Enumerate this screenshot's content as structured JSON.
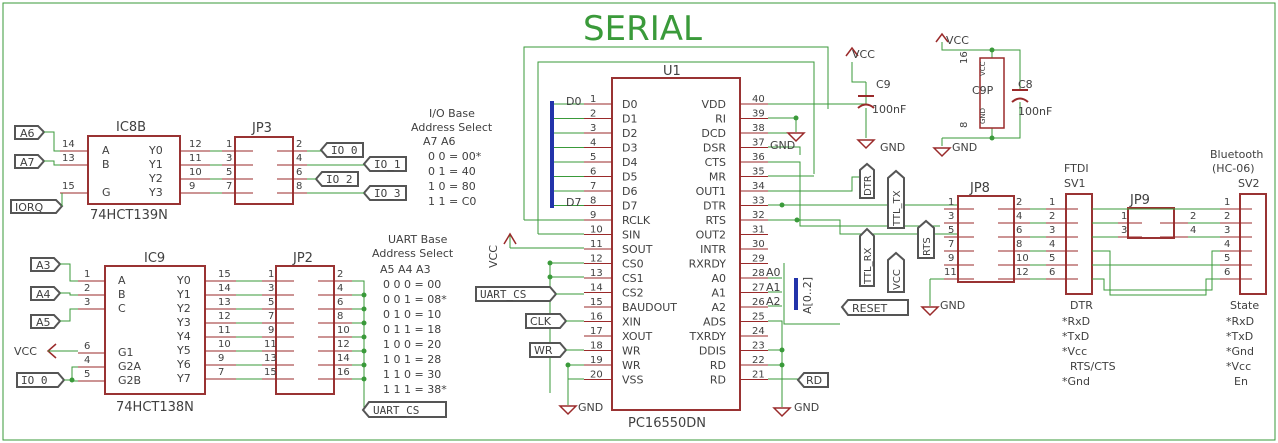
{
  "title": "SERIAL",
  "ic8b": {
    "name": "IC8B",
    "part": "74HCT139N",
    "inputs": [
      {
        "label": "A",
        "pin": "14"
      },
      {
        "label": "B",
        "pin": "13"
      },
      {
        "label": "G",
        "pin": "15"
      }
    ],
    "outputs": [
      {
        "label": "Y0",
        "pin": "12"
      },
      {
        "label": "Y1",
        "pin": "11"
      },
      {
        "label": "Y2",
        "pin": "10"
      },
      {
        "label": "Y3",
        "pin": "9"
      }
    ]
  },
  "ic9": {
    "name": "IC9",
    "part": "74HCT138N",
    "inputs": [
      {
        "label": "A",
        "pin": "1"
      },
      {
        "label": "B",
        "pin": "2"
      },
      {
        "label": "C",
        "pin": "3"
      },
      {
        "label": "G1",
        "pin": "6"
      },
      {
        "label": "G2A",
        "pin": "4"
      },
      {
        "label": "G2B",
        "pin": "5"
      }
    ],
    "outputs": [
      {
        "label": "Y0",
        "pin": "15"
      },
      {
        "label": "Y1",
        "pin": "14"
      },
      {
        "label": "Y2",
        "pin": "13"
      },
      {
        "label": "Y3",
        "pin": "12"
      },
      {
        "label": "Y4",
        "pin": "11"
      },
      {
        "label": "Y5",
        "pin": "10"
      },
      {
        "label": "Y6",
        "pin": "9"
      },
      {
        "label": "Y7",
        "pin": "7"
      }
    ]
  },
  "jp3": {
    "name": "JP3",
    "left": [
      "1",
      "3",
      "5",
      "7"
    ],
    "right": [
      "2",
      "4",
      "6",
      "8"
    ]
  },
  "jp2": {
    "name": "JP2",
    "left": [
      "1",
      "3",
      "5",
      "7",
      "9",
      "11",
      "13",
      "15"
    ],
    "right": [
      "2",
      "4",
      "6",
      "8",
      "10",
      "12",
      "14",
      "16"
    ]
  },
  "flags_left": {
    "a6": "A6",
    "a7": "A7",
    "iorq": "IORQ",
    "a3": "A3",
    "a4": "A4",
    "a5": "A5",
    "vcc": "VCC",
    "io0": "IO_0"
  },
  "flags_io": [
    "IO_0",
    "IO_1",
    "IO_2",
    "IO_3"
  ],
  "io_table": {
    "heading1": "I/O Base",
    "heading2": "Address Select",
    "cols": "A7 A6",
    "rows": [
      "0   0 = 00*",
      "0   1 = 40",
      "1   0 = 80",
      "1   1 = C0"
    ]
  },
  "uart_table": {
    "heading1": "UART Base",
    "heading2": "Address Select",
    "cols": "A5 A4 A3",
    "rows": [
      "0   0   0 = 00",
      "0   0   1 = 08*",
      "0   1   0 = 10",
      "0   1   1 = 18",
      "1   0   0 = 20",
      "1   0   1 = 28",
      "1   1   0 = 30",
      "1   1   1 = 38*"
    ]
  },
  "uart_cs": "UART_CS",
  "u1": {
    "name": "U1",
    "part": "PC16550DN",
    "left": [
      {
        "pin": "1",
        "label": "D0"
      },
      {
        "pin": "2",
        "label": "D1"
      },
      {
        "pin": "3",
        "label": "D2"
      },
      {
        "pin": "4",
        "label": "D3"
      },
      {
        "pin": "5",
        "label": "D4"
      },
      {
        "pin": "6",
        "label": "D5"
      },
      {
        "pin": "7",
        "label": "D6"
      },
      {
        "pin": "8",
        "label": "D7"
      },
      {
        "pin": "9",
        "label": "RCLK"
      },
      {
        "pin": "10",
        "label": "SIN"
      },
      {
        "pin": "11",
        "label": "SOUT"
      },
      {
        "pin": "12",
        "label": "CS0"
      },
      {
        "pin": "13",
        "label": "CS1"
      },
      {
        "pin": "14",
        "label": "CS2"
      },
      {
        "pin": "15",
        "label": "BAUDOUT"
      },
      {
        "pin": "16",
        "label": "XIN"
      },
      {
        "pin": "17",
        "label": "XOUT"
      },
      {
        "pin": "18",
        "label": "WR"
      },
      {
        "pin": "19",
        "label": "WR"
      },
      {
        "pin": "20",
        "label": "VSS"
      }
    ],
    "right": [
      {
        "pin": "40",
        "label": "VDD"
      },
      {
        "pin": "39",
        "label": "RI"
      },
      {
        "pin": "38",
        "label": "DCD"
      },
      {
        "pin": "37",
        "label": "DSR"
      },
      {
        "pin": "36",
        "label": "CTS"
      },
      {
        "pin": "35",
        "label": "MR"
      },
      {
        "pin": "34",
        "label": "OUT1"
      },
      {
        "pin": "33",
        "label": "DTR"
      },
      {
        "pin": "32",
        "label": "RTS"
      },
      {
        "pin": "31",
        "label": "OUT2"
      },
      {
        "pin": "30",
        "label": "INTR"
      },
      {
        "pin": "29",
        "label": "RXRDY"
      },
      {
        "pin": "28",
        "label": "A0"
      },
      {
        "pin": "27",
        "label": "A1"
      },
      {
        "pin": "26",
        "label": "A2"
      },
      {
        "pin": "25",
        "label": "ADS"
      },
      {
        "pin": "24",
        "label": "TXRDY"
      },
      {
        "pin": "23",
        "label": "DDIS"
      },
      {
        "pin": "22",
        "label": "RD"
      },
      {
        "pin": "21",
        "label": "RD"
      }
    ]
  },
  "bus_d_top": "D0",
  "bus_d_bottom": "D7",
  "bus_a": {
    "a0": "A0",
    "a1": "A1",
    "a2": "A2",
    "name": "A[0..2]"
  },
  "flags_u1": {
    "clk": "CLK",
    "wr": "WR",
    "rd": "RD",
    "reset": "RESET"
  },
  "power": {
    "vcc": "VCC",
    "gnd": "GND"
  },
  "caps": {
    "c9": "C9",
    "c9_val": "100nF",
    "c8": "C8",
    "c8_val": "100nF",
    "c9p": "C9P",
    "pin16": "16",
    "pin8": "8",
    "vcc_small": "VCC",
    "gnd_small": "GND"
  },
  "vert_flags": [
    "DTR",
    "TTL_TX",
    "TTL_RX",
    "RTS",
    "VCC"
  ],
  "jp8": {
    "name": "JP8",
    "left": [
      "1",
      "3",
      "5",
      "7",
      "9",
      "11"
    ],
    "right": [
      "2",
      "4",
      "6",
      "8",
      "10",
      "12"
    ]
  },
  "sv1": {
    "name": "SV1",
    "heading": "FTDI",
    "pins": [
      "1",
      "2",
      "3",
      "4",
      "5",
      "6"
    ],
    "notes": [
      "DTR",
      "*RxD",
      "*TxD",
      "*Vcc",
      "RTS/CTS",
      "*Gnd"
    ]
  },
  "jp9": {
    "name": "JP9",
    "left": [
      "1",
      "3"
    ],
    "right": [
      "2",
      "4"
    ]
  },
  "sv2": {
    "name": "SV2",
    "heading1": "Bluetooth",
    "heading2": "(HC-06)",
    "pins": [
      "1",
      "2",
      "3",
      "4",
      "5",
      "6"
    ],
    "notes": [
      "State",
      "*RxD",
      "*TxD",
      "*Gnd",
      "*Vcc",
      "En"
    ]
  }
}
